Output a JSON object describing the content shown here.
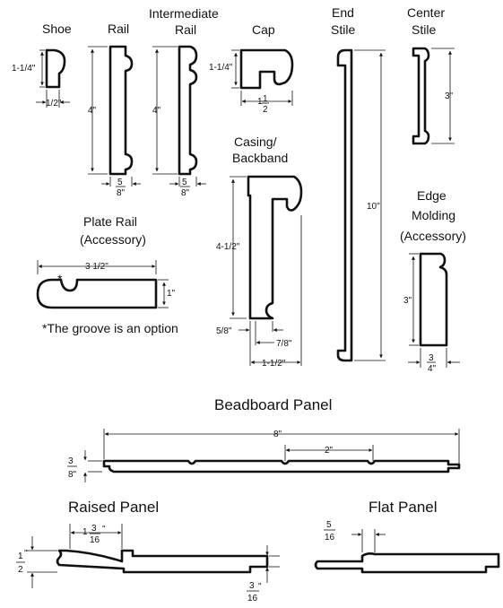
{
  "labels": {
    "shoe": "Shoe",
    "rail": "Rail",
    "intermediate_1": "Intermediate",
    "intermediate_2": "Rail",
    "cap": "Cap",
    "end_stile_1": "End",
    "end_stile_2": "Stile",
    "center_stile_1": "Center",
    "center_stile_2": "Stile",
    "casing_1": "Casing/",
    "casing_2": "Backband",
    "plate_rail_1": "Plate Rail",
    "plate_rail_2": "(Accessory)",
    "edge_1": "Edge",
    "edge_2": "Molding",
    "edge_3": "(Accessory)",
    "groove_note": "*The groove is an option",
    "beadboard": "Beadboard Panel",
    "raised": "Raised Panel",
    "flat": "Flat Panel",
    "asterisk": "*"
  },
  "dims": {
    "shoe_h": "1-1/4\"",
    "shoe_w": "1/2\"",
    "rail_h": "4\"",
    "rail_w_n": "5",
    "rail_w_d": "8\"",
    "irail_h": "4\"",
    "irail_w_n": "5",
    "irail_w_d": "8\"",
    "cap_h": "1-1/4\"",
    "cap_w_a": "1",
    "cap_w_n": "1",
    "cap_w_d": "2",
    "end_stile_h": "10\"",
    "center_stile_h": "3\"",
    "casing_h": "4-1/2\"",
    "casing_58": "5/8\"",
    "casing_78": "7/8\"",
    "casing_w": "1-1/2\"",
    "plate_w": "3 1/2\"",
    "plate_h": "1\"",
    "edge_h": "3\"",
    "edge_w_n": "3",
    "edge_w_d": "4\"",
    "bead_w": "8\"",
    "bead_sp": "2\"",
    "bead_t_n": "3",
    "bead_t_d": "8\"",
    "raised_a": "1",
    "raised_n": "3",
    "raised_d": "16",
    "raised_dq": "\"",
    "raised_h_n": "1",
    "raised_h_q": "\"",
    "raised_h_d": "2",
    "raised_b_n": "3",
    "raised_b_q": "\"",
    "raised_b_d": "16",
    "flat_n": "5",
    "flat_d": "16"
  }
}
